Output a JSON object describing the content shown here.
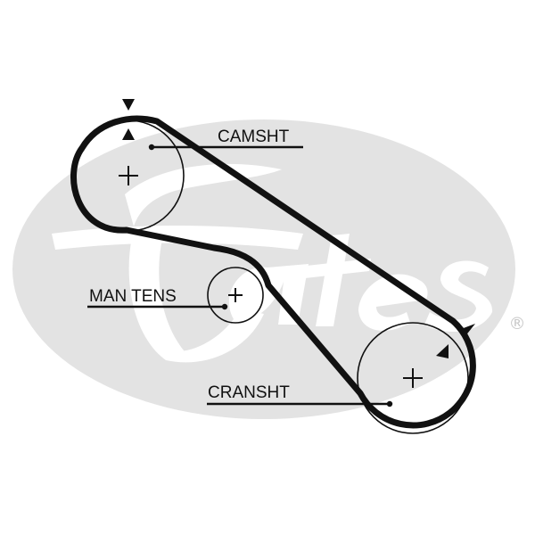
{
  "diagram": {
    "labels": {
      "camshaft": "CAMSHT",
      "tensioner": "MAN TENS",
      "crankshaft": "CRANSHT"
    },
    "watermark": {
      "brand": "Gates",
      "registered_mark": "®"
    },
    "pulleys": [
      {
        "id": "camshaft-pulley",
        "timing_mark": true
      },
      {
        "id": "tensioner-pulley",
        "timing_mark": false
      },
      {
        "id": "crankshaft-pulley",
        "timing_mark": true
      }
    ]
  },
  "colors": {
    "belt": "#111111",
    "line": "#111111",
    "watermark": "#e3e3e3",
    "background": "#ffffff"
  }
}
